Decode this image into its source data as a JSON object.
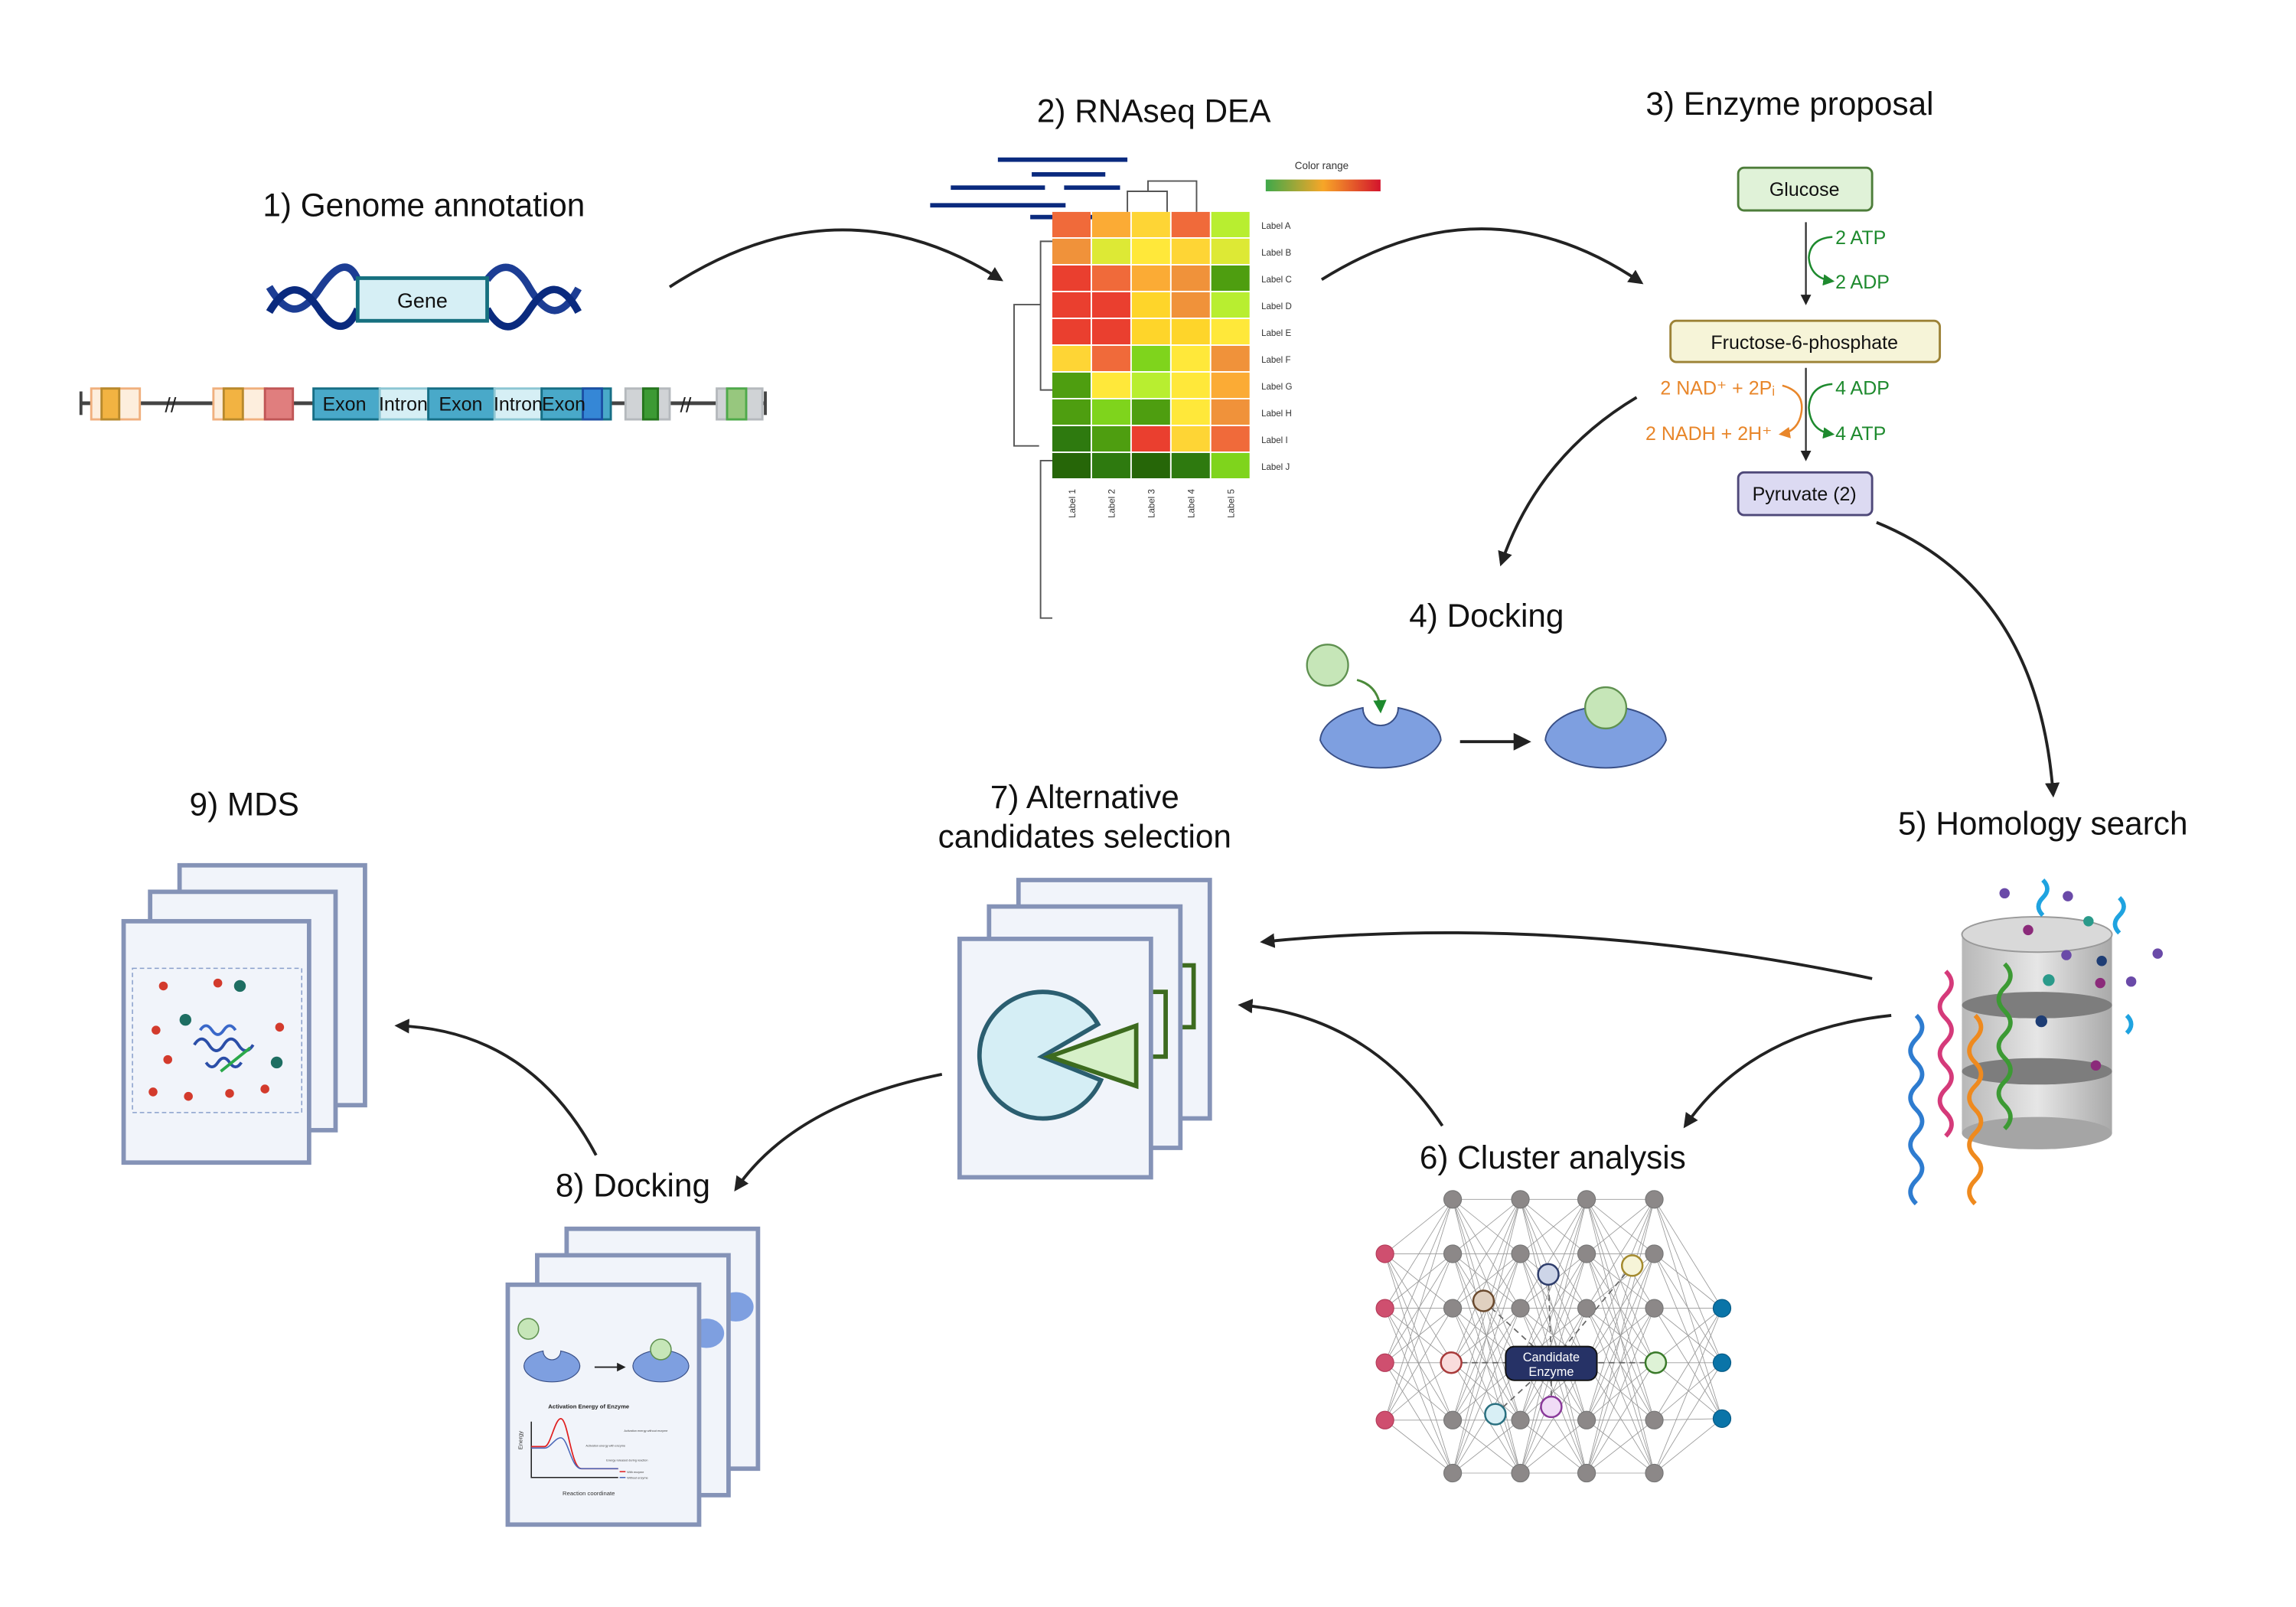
{
  "steps": {
    "s1": "1) Genome annotation",
    "s2": "2) RNAseq DEA",
    "s3": "3) Enzyme proposal",
    "s4": "4) Docking",
    "s5": "5) Homology search",
    "s6": "6) Cluster analysis",
    "s7_line1": "7) Alternative",
    "s7_line2": "candidates selection",
    "s8": "8) Docking",
    "s9": "9) MDS"
  },
  "genome": {
    "gene_label": "Gene",
    "segments": [
      "Exon",
      "Intron",
      "Exon",
      "Intron",
      "Exon"
    ]
  },
  "heatmap": {
    "color_range_label": "Color range",
    "row_labels": [
      "Label A",
      "Label B",
      "Label C",
      "Label D",
      "Label E",
      "Label F",
      "Label G",
      "Label H",
      "Label I",
      "Label J"
    ],
    "col_labels": [
      "Label 1",
      "Label 2",
      "Label 3",
      "Label 4",
      "Label 5"
    ],
    "colors": [
      [
        "#f06a3a",
        "#fbab35",
        "#fed535",
        "#f06a3a",
        "#b8ee30"
      ],
      [
        "#f0923a",
        "#dde935",
        "#ffe83a",
        "#fed535",
        "#dde935"
      ],
      [
        "#ea3f2f",
        "#f06a3a",
        "#fbab35",
        "#f0923a",
        "#4e9e10"
      ],
      [
        "#ea3f2f",
        "#ea3f2f",
        "#fed52a",
        "#f0923a",
        "#b8ee30"
      ],
      [
        "#ea3f2f",
        "#ea3f2f",
        "#fed52a",
        "#fed52a",
        "#ffe83a"
      ],
      [
        "#fed535",
        "#f06a3a",
        "#7fd41c",
        "#ffe83a",
        "#f0923a"
      ],
      [
        "#4e9e10",
        "#ffe83a",
        "#b8ee30",
        "#ffe83a",
        "#fbab35"
      ],
      [
        "#4e9e10",
        "#7fd41c",
        "#4e9e10",
        "#ffe83a",
        "#f0923a"
      ],
      [
        "#2e7a0f",
        "#4e9e10",
        "#ea3f2f",
        "#fed535",
        "#f06a3a"
      ],
      [
        "#266608",
        "#2e7a0f",
        "#266608",
        "#2e7a0f",
        "#7fd41c"
      ]
    ]
  },
  "pathway": {
    "glucose": "Glucose",
    "f6p": "Fructose-6-phosphate",
    "pyruvate": "Pyruvate (2)",
    "atp_in": "2 ATP",
    "adp_out": "2 ADP",
    "adp_in": "4 ADP",
    "atp_out": "4 ATP",
    "nad_in": "2 NAD⁺ + 2Pᵢ",
    "nadh_out": "2 NADH + 2H⁺",
    "green": "#1e8a2e",
    "orange": "#e8862a"
  },
  "cluster": {
    "candidate_line1": "Candidate",
    "candidate_line2": "Enzyme"
  },
  "activation_chart": {
    "title": "Activation Energy of Enzyme",
    "ylabel": "Energy",
    "xlabel": "Reaction coordinate",
    "annot_without": "Activation energy without enzyme",
    "annot_with": "Activation energy with enzyme",
    "annot_released": "Energy released during reaction",
    "legend_with": "With enzyme",
    "legend_without": "Without enzyme"
  }
}
